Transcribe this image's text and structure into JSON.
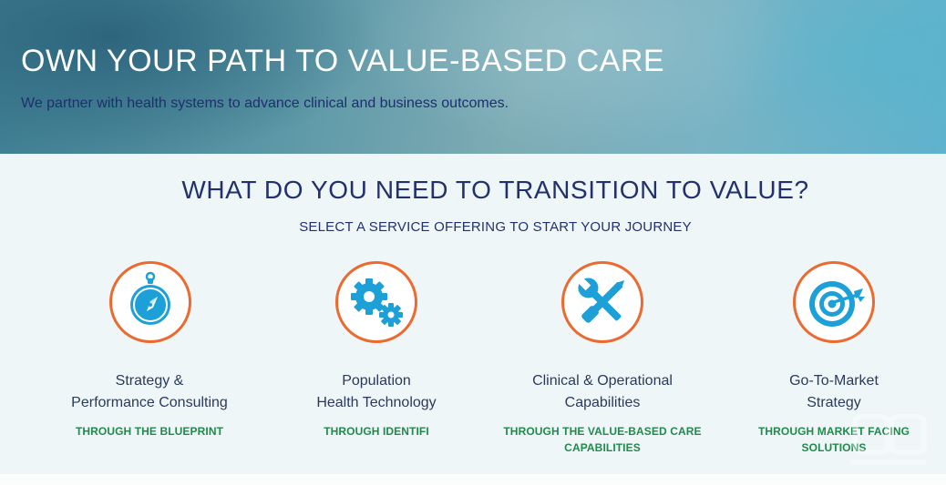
{
  "hero": {
    "title": "OWN YOUR PATH TO VALUE-BASED CARE",
    "subtitle": "We partner with health systems to advance clinical and business outcomes."
  },
  "section": {
    "title": "WHAT DO YOU NEED TO TRANSITION TO VALUE?",
    "subtitle": "SELECT A SERVICE OFFERING TO START YOUR JOURNEY"
  },
  "offerings": [
    {
      "icon": "compass-icon",
      "title_line1": "Strategy &",
      "title_line2": "Performance Consulting",
      "link_line1": "THROUGH THE BLUEPRINT",
      "link_line2": ""
    },
    {
      "icon": "gears-icon",
      "title_line1": "Population",
      "title_line2": "Health Technology",
      "link_line1": "THROUGH IDENTIFI",
      "link_line2": ""
    },
    {
      "icon": "wrench-screwdriver-icon",
      "title_line1": "Clinical & Operational",
      "title_line2": "Capabilities",
      "link_line1": "THROUGH THE VALUE-BASED CARE",
      "link_line2": "CAPABILITIES"
    },
    {
      "icon": "target-icon",
      "title_line1": "Go-To-Market",
      "title_line2": "Strategy",
      "link_line1": "THROUGH MARKET FACING",
      "link_line2": "SOLUTIONS"
    }
  ],
  "colors": {
    "icon_blue": "#1da0d8",
    "circle_orange": "#ec6a2f",
    "heading_navy": "#23306f",
    "link_green": "#1f8a4c"
  }
}
